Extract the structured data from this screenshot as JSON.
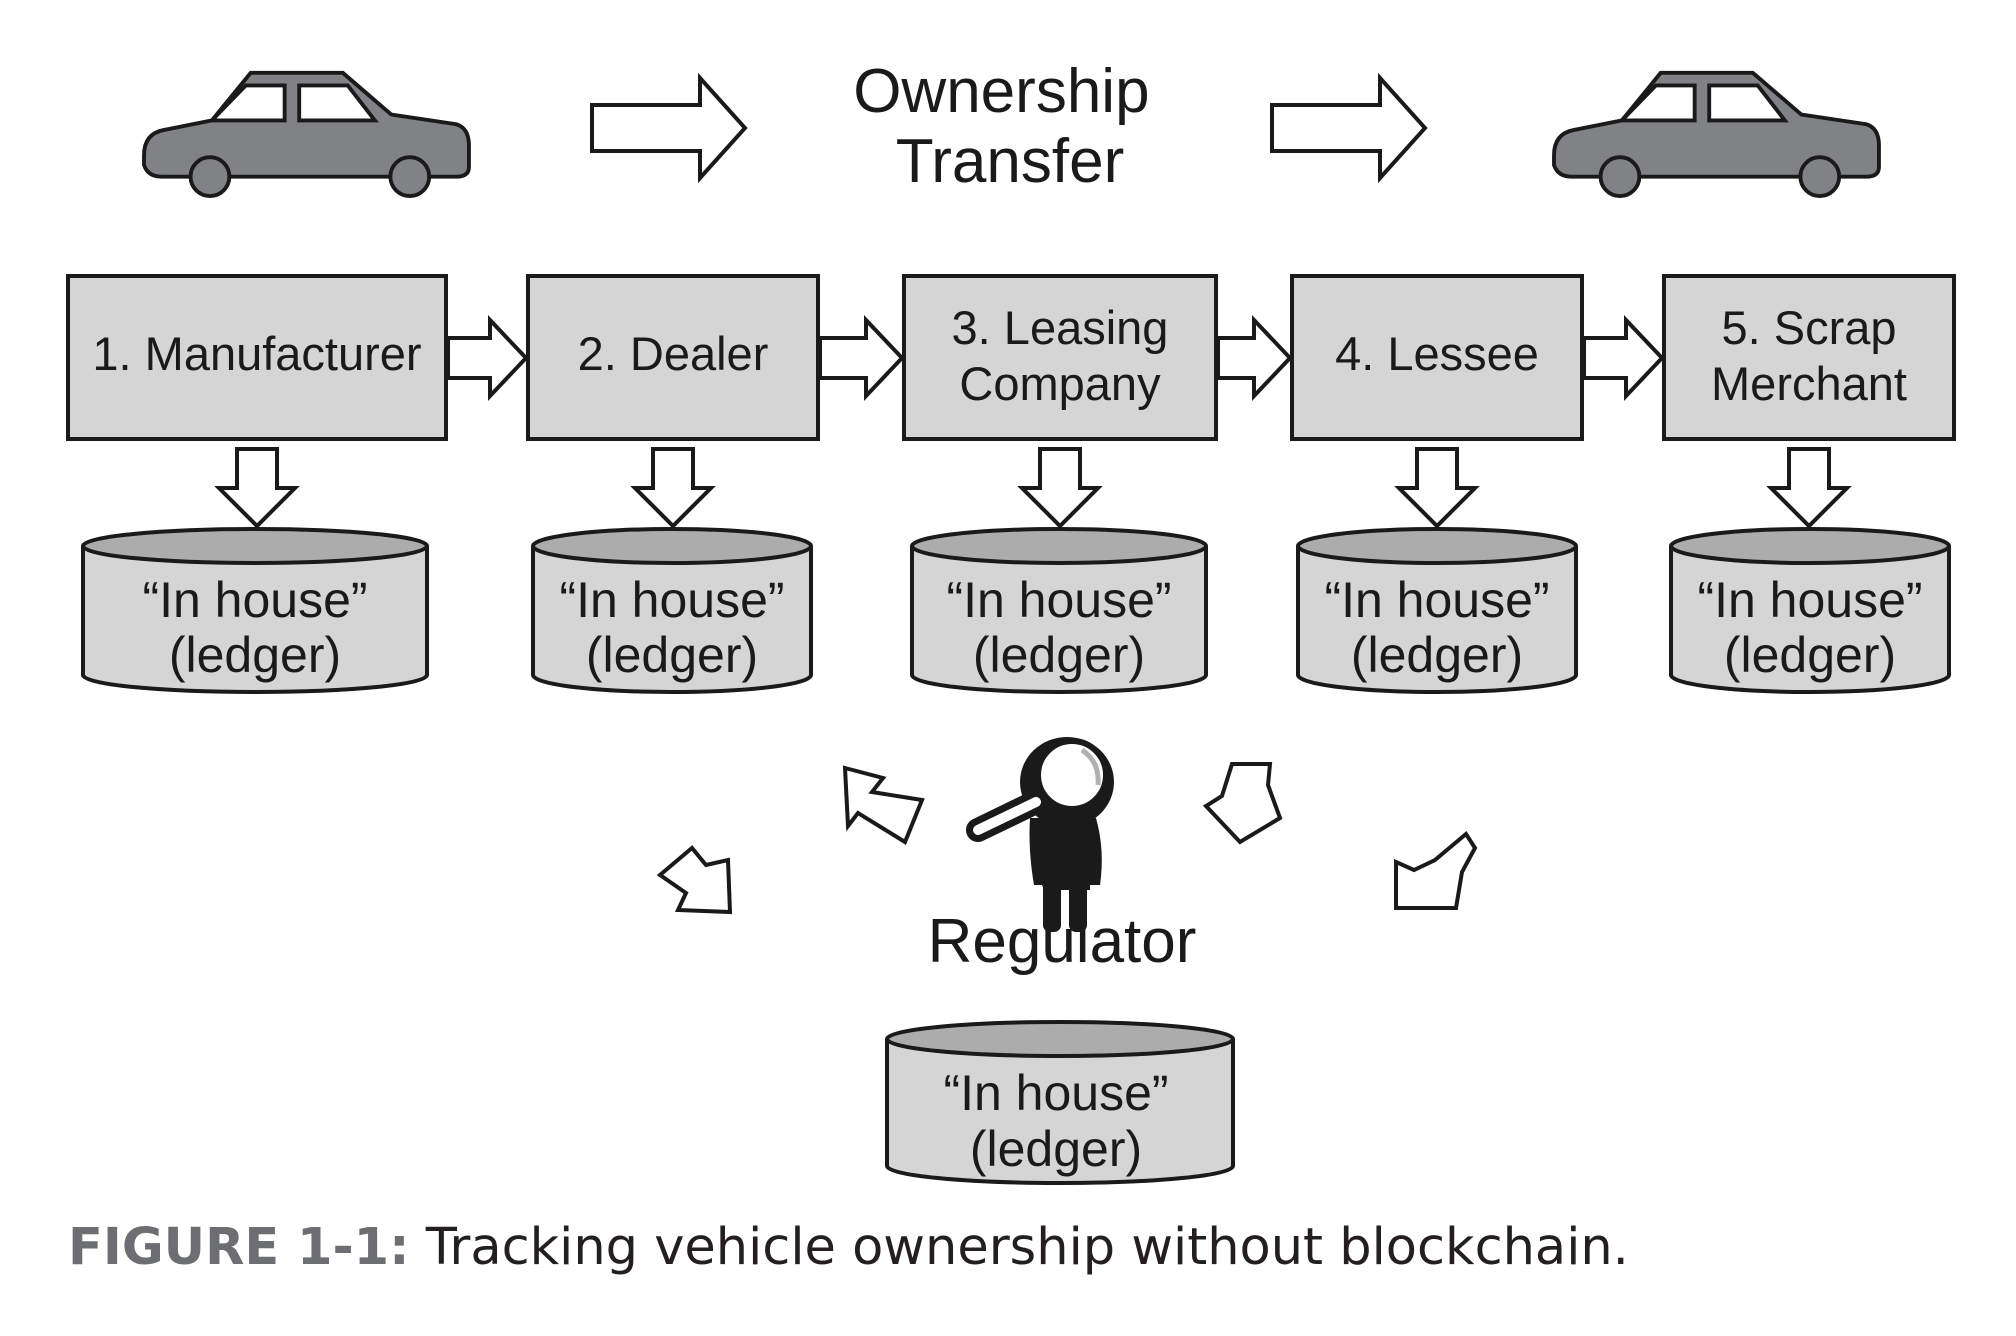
{
  "title": [
    "Ownership",
    "Transfer"
  ],
  "steps": [
    {
      "lines": [
        "1. Manufacturer"
      ]
    },
    {
      "lines": [
        "2. Dealer"
      ]
    },
    {
      "lines": [
        "3. Leasing",
        "Company"
      ]
    },
    {
      "lines": [
        "4. Lessee"
      ]
    },
    {
      "lines": [
        "5. Scrap",
        "Merchant"
      ]
    }
  ],
  "ledger": {
    "line1": "“In house”",
    "line2": "(ledger)"
  },
  "regulator": {
    "label": "Regulator"
  },
  "caption": {
    "figure_label": "FIGURE 1-1:",
    "text": " Tracking vehicle ownership without blockchain."
  },
  "icons": [
    "car-icon",
    "car-icon",
    "regulator-magnifier-icon"
  ],
  "colors": {
    "box_fill": "#d5d5d6",
    "car_fill": "#808285",
    "caption_label": "#6d6e71"
  }
}
